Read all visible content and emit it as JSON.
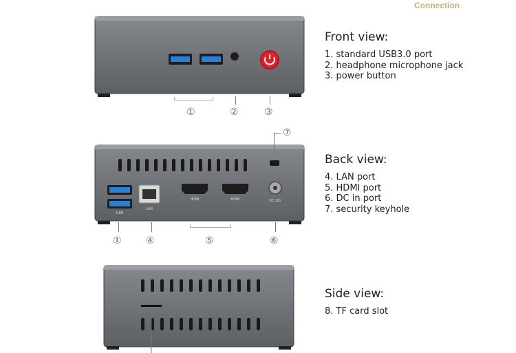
{
  "header": {
    "title": "Connection"
  },
  "sections": {
    "front": {
      "title": "Front view:",
      "items": [
        "1. standard USB3.0 port",
        "2. headphone microphone jack",
        "3. power button"
      ]
    },
    "back": {
      "title": "Back view:",
      "items": [
        "4. LAN port",
        "5. HDMI port",
        "6. DC in port",
        "7. security keyhole"
      ]
    },
    "side": {
      "title": "Side view:",
      "items": [
        "8. TF card slot"
      ]
    }
  },
  "port_labels": {
    "usb": "USB",
    "lan": "LAN",
    "hdmi1": "HDMI",
    "hdmi2": "HDMI",
    "dc": "DC 12V"
  },
  "callouts": {
    "front_1": "①",
    "front_2": "②",
    "front_3": "③",
    "back_1": "①",
    "back_4": "④",
    "back_5": "⑤",
    "back_6": "⑥",
    "back_7": "⑦"
  },
  "colors": {
    "case": "#6e7175",
    "case_dark": "#4e5154",
    "usb_blue": "#2a7fd6",
    "power_red": "#e0202a",
    "accent": "#c9b27a"
  }
}
